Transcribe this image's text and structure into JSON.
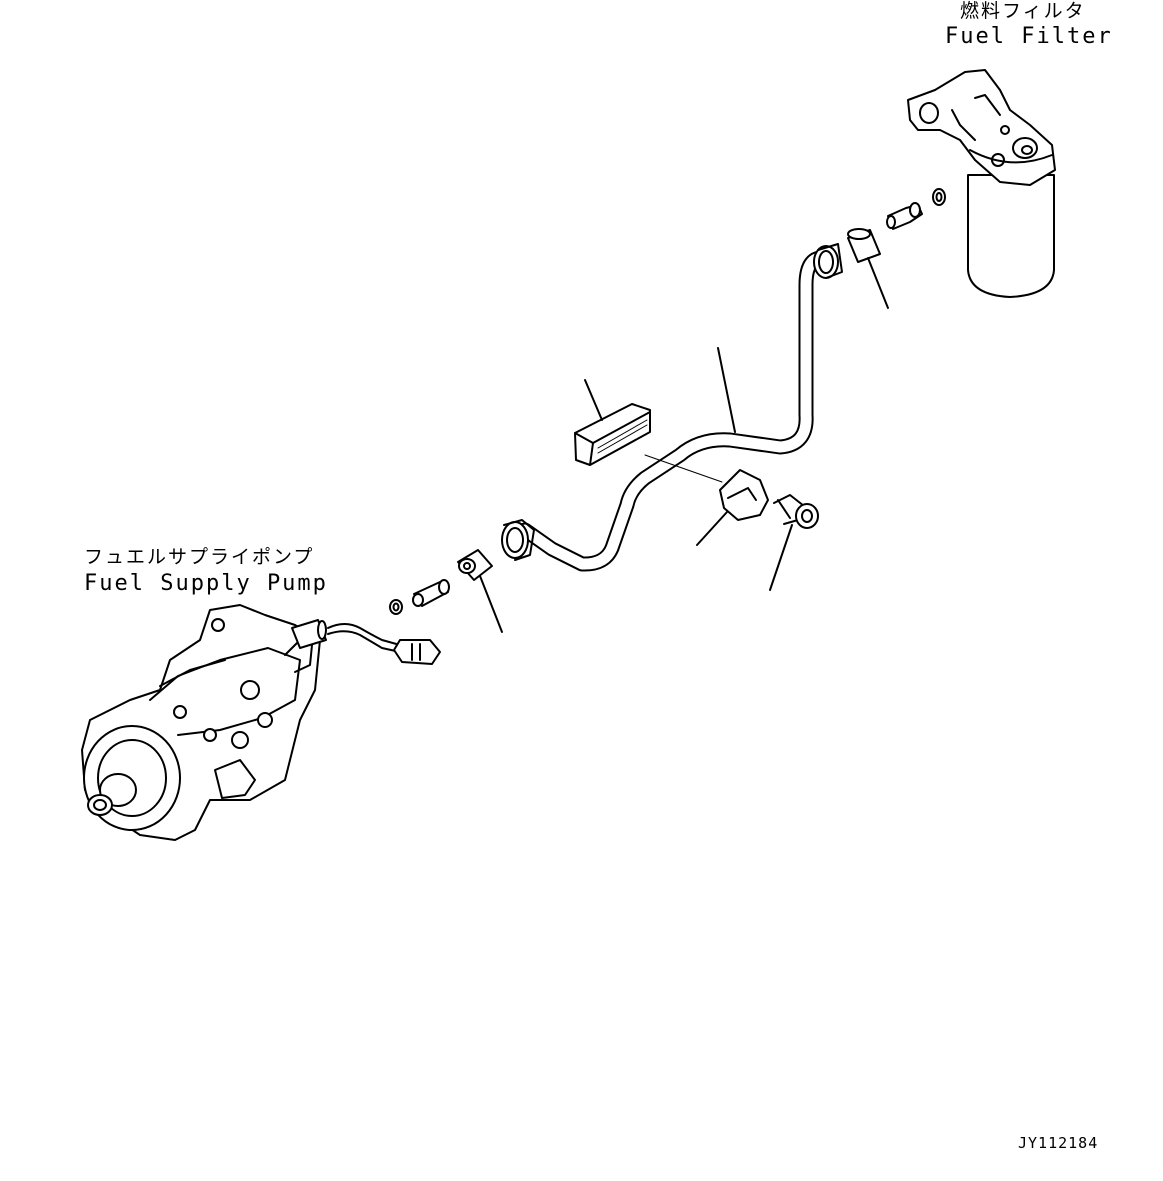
{
  "labels": {
    "fuel_filter_jp": "燃料フィルタ",
    "fuel_filter_en": "Fuel Filter",
    "fuel_supply_pump_jp": "フュエルサプライポンプ",
    "fuel_supply_pump_en": "Fuel Supply Pump"
  },
  "drawing_id": "JY112184",
  "colors": {
    "line": "#000000",
    "background": "#ffffff"
  }
}
